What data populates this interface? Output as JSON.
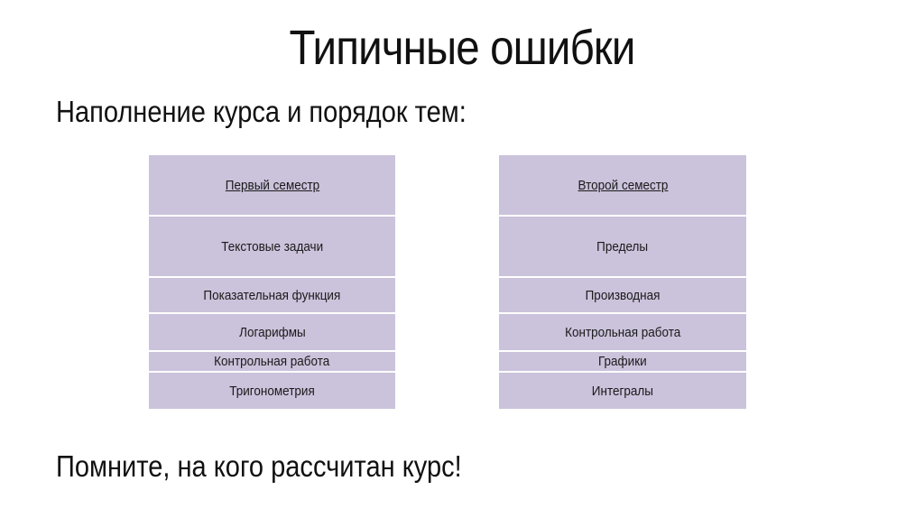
{
  "slide": {
    "title": "Типичные ошибки",
    "subtitle": "Наполнение курса и порядок тем:",
    "footer_note": "Помните, на кого рассчитан курс!"
  },
  "tables": {
    "first_semester": {
      "header": "Первый семестр",
      "rows": [
        "Текстовые задачи",
        "Показательная функция",
        "Логарифмы",
        "Контрольная работа",
        "Тригонометрия"
      ]
    },
    "second_semester": {
      "header": "Второй семестр",
      "rows": [
        "Пределы",
        "Производная",
        "Контрольная работа",
        "Графики",
        "Интегралы"
      ]
    }
  },
  "colors": {
    "cell_background": "#cbc2db",
    "divider": "#ffffff",
    "text": "#111111"
  }
}
